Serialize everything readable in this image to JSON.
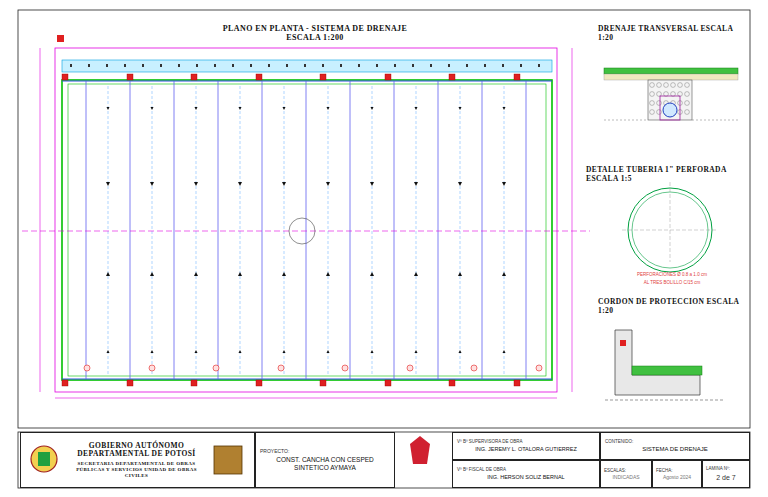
{
  "diagram": {
    "title": "PLANO EN PLANTA - SISTEMA DE DRENAJE ESCALA 1:200",
    "nodes": [
      {
        "text": [
          "GOBIERNO AUTÓNOMO DEPARTAMENTAL DE POTOSÍ",
          "SECRETARIA DEPARTAMENTAL DE OBRAS PÚBLICAS Y SERVICIOS UNIDAD DE OBRAS CIVILES"
        ]
      },
      {
        "text": [
          "PROYECTO:",
          "CONST. CANCHA CON CESPED SINTETICO AYMAYA"
        ]
      },
      {
        "text": [
          "Vº Bº SUPERVISORA DE OBRA",
          "ING. JEREMY L. OTALORA GUTIERREZ"
        ]
      },
      {
        "text": [
          "Vº Bº FISCAL DE OBRA",
          "ING. HERSON SOLIZ BERNAL"
        ]
      },
      {
        "text": [
          "CONTENIDO:",
          "SISTEMA DE DRENAJE"
        ]
      },
      {
        "text": [
          "ESCALAS:",
          "INDICADAS"
        ]
      },
      {
        "text": [
          "FECHA:",
          "Agosto 2024"
        ]
      },
      {
        "text": [
          "LAMINA Nº:",
          "2 de 7"
        ]
      }
    ],
    "labels": [
      "DRENAJE TRANSVERSAL ESCALA 1:20",
      "DETALLE TUBERIA 1\" PERFORADA ESCALA 1:5",
      "PERFORACIONES Ø 0.8 a 1.0 cm",
      "AL TRES BOLILLO C/15 cm",
      "CORDON DE PROTECCION ESCALA 1:20"
    ]
  }
}
